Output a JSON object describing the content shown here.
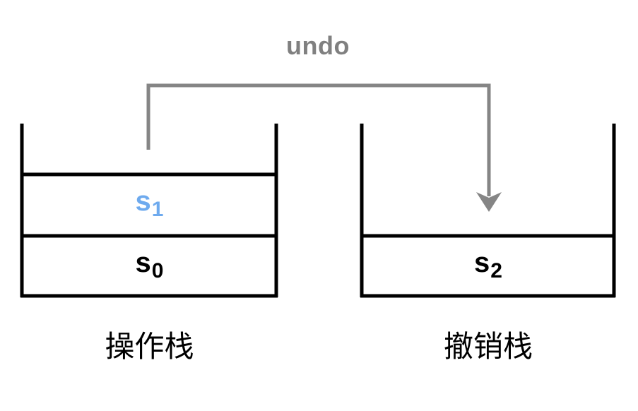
{
  "diagram": {
    "title_text": "undo",
    "arrow": {
      "label": "undo",
      "color": "#858585",
      "from_stack": "operation-stack",
      "to_stack": "undo-stack"
    },
    "colors": {
      "stroke": "#000000",
      "arrow": "#858585",
      "highlight": "#6EAAEE",
      "text": "#000000",
      "background": "#ffffff"
    },
    "stacks": [
      {
        "id": "operation-stack",
        "caption": "操作栈",
        "cells": [
          {
            "label_base": "s",
            "label_sub": "1",
            "color": "#6EAAEE"
          },
          {
            "label_base": "s",
            "label_sub": "0",
            "color": "#000000"
          }
        ]
      },
      {
        "id": "undo-stack",
        "caption": "撤销栈",
        "cells": [
          {
            "label_base": "s",
            "label_sub": "2",
            "color": "#000000"
          }
        ]
      }
    ]
  }
}
